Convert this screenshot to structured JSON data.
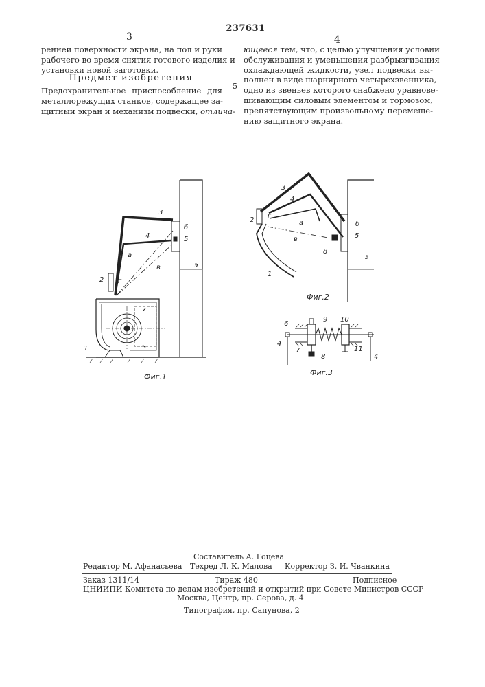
{
  "patent_number": "237631",
  "left_col": {
    "number": "3",
    "lines_top": [
      "ренней поверхности экрана, на пол и руки",
      "рабочего во время снятия готового изделия и"
    ],
    "line_last_top": "установки новой заготовки.",
    "heading": "Предмет изобретения",
    "lines_claim": [
      "Предохранительное приспособление для",
      "металлорежущих станков, содержащее за-"
    ],
    "claim_last_plain": "щитный экран и механизм подвески,",
    "claim_last_italic": "отлича-"
  },
  "right_col": {
    "number": "4",
    "line1_italic": "ющееся",
    "line1_rest": " тем, что, с целью улучшения условий",
    "lines": [
      "обслуживания и уменьшения разбрызгивания",
      "охлаждающей жидкости, узел подвески вы-",
      "полнен в виде шарнирного четырехзвенника,",
      "одно из звеньев которого снабжено уравнове-",
      "шивающим силовым элементом и тормозом,",
      "препятствующим произвольному перемеще-"
    ],
    "line_last": "нию защитного экрана.",
    "line_marker": "5"
  },
  "figures": {
    "fig1_caption": "Фиг.1",
    "fig2_caption": "Фиг.2",
    "fig3_caption": "Фиг.3",
    "fig1_labels": [
      "3",
      "б",
      "5",
      "4",
      "а",
      "в",
      "2",
      "г",
      "э",
      "1"
    ],
    "fig2_labels": [
      "3",
      "4",
      "2",
      "г",
      "а",
      "б",
      "в",
      "8",
      "5",
      "э",
      "1"
    ],
    "fig3_labels": [
      "6",
      "9",
      "10",
      "4",
      "7",
      "8",
      "11",
      "4"
    ]
  },
  "imprint": {
    "compiler": "Составитель А. Гоцева",
    "editor": "Редактор М. Афанасьева",
    "techred": "Техред Л. К. Малова",
    "corrector": "Корректор З. И. Чванкина",
    "order": "Заказ 1311/14",
    "circulation": "Тираж 480",
    "subscription": "Подписное",
    "institute": "ЦНИИПИ Комитета по делам изобретений и открытий при Совете Министров СССР",
    "address": "Москва, Центр, пр. Серова, д. 4",
    "printing": "Типография, пр. Сапунова, 2"
  }
}
